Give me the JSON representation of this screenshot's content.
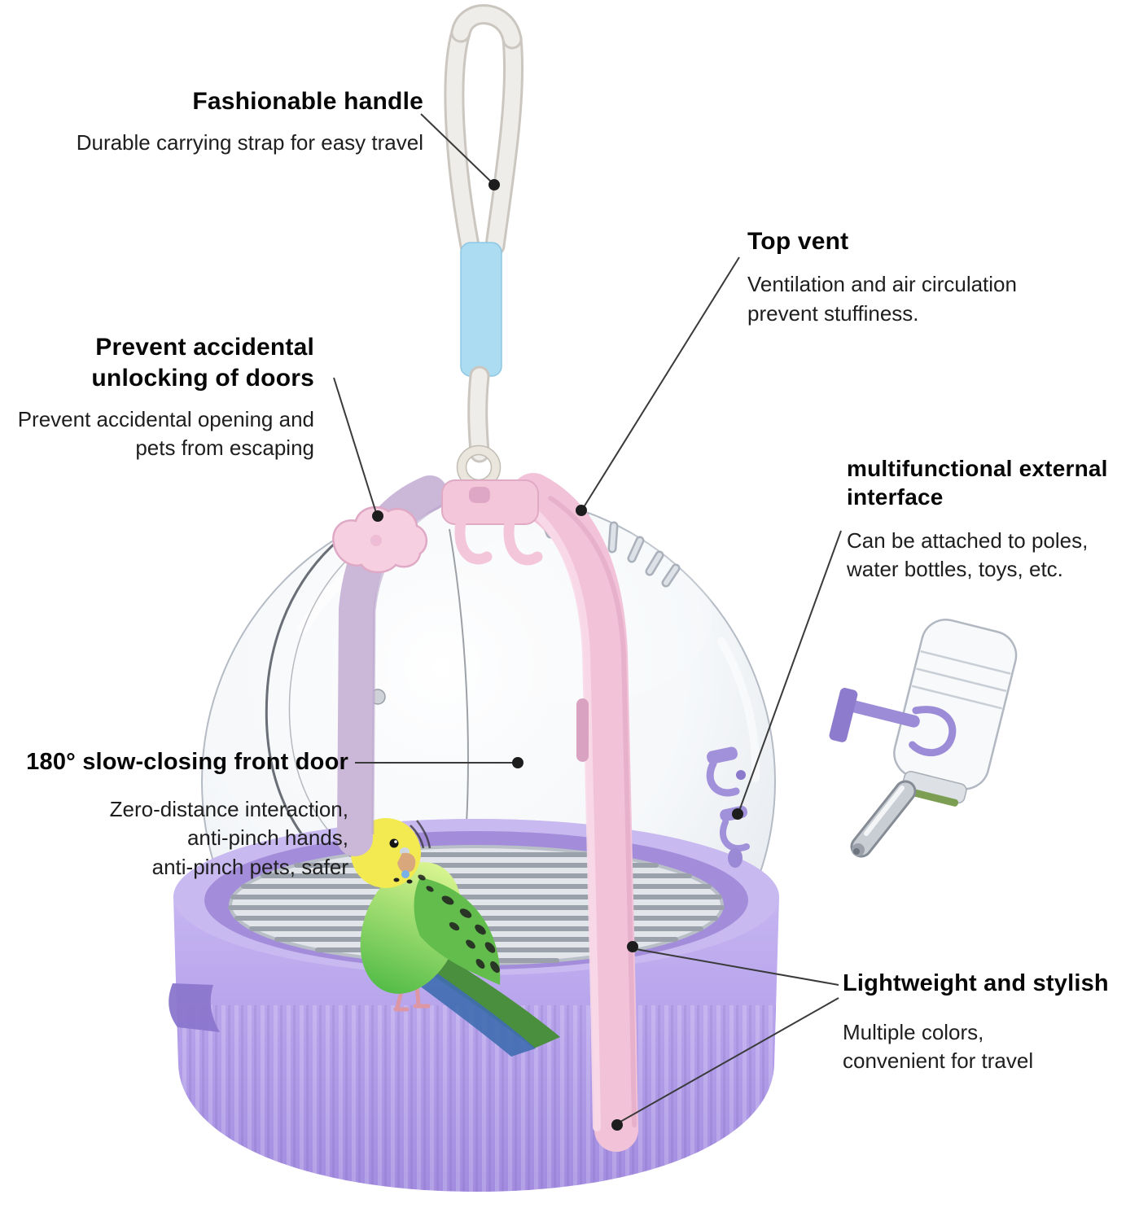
{
  "page": {
    "background": "#ffffff"
  },
  "colors": {
    "base_purple": "#c9b9f1",
    "base_purple_dark": "#a38dda",
    "strap_pink": "#f2c3d8",
    "strap_pink_light": "#f8d9e8",
    "left_strap_mauve": "#cbb8d8",
    "lock_pink": "#f6cfe0",
    "sleeve_blue": "#abdcf2",
    "rope_white": "#efede9",
    "hook_purple": "#a091da",
    "bird_green": "#63bd4d",
    "bird_yellow": "#f2ea50",
    "callout_line": "#3a3a3a"
  },
  "callouts": {
    "handle": {
      "title_lines": [
        "Fashionable handle"
      ],
      "desc_lines": [
        "Durable carrying strap for easy travel"
      ]
    },
    "top_vent": {
      "title_lines": [
        "Top vent"
      ],
      "desc_lines": [
        "Ventilation and air circulation",
        "prevent stuffiness."
      ]
    },
    "lock": {
      "title_lines": [
        "Prevent accidental",
        "unlocking of doors"
      ],
      "desc_lines": [
        "Prevent accidental opening and",
        "pets from escaping"
      ]
    },
    "interface": {
      "title_lines": [
        "multifunctional external",
        "interface"
      ],
      "desc_lines": [
        "Can be attached to poles,",
        "water bottles, toys, etc."
      ]
    },
    "door": {
      "title_lines": [
        "180° slow-closing front door"
      ],
      "desc_lines": [
        "Zero-distance interaction,",
        "anti-pinch hands,",
        "anti-pinch pets, safer"
      ]
    },
    "lightweight": {
      "title_lines": [
        "Lightweight and stylish"
      ],
      "desc_lines": [
        "Multiple colors,",
        "convenient for travel"
      ]
    }
  }
}
